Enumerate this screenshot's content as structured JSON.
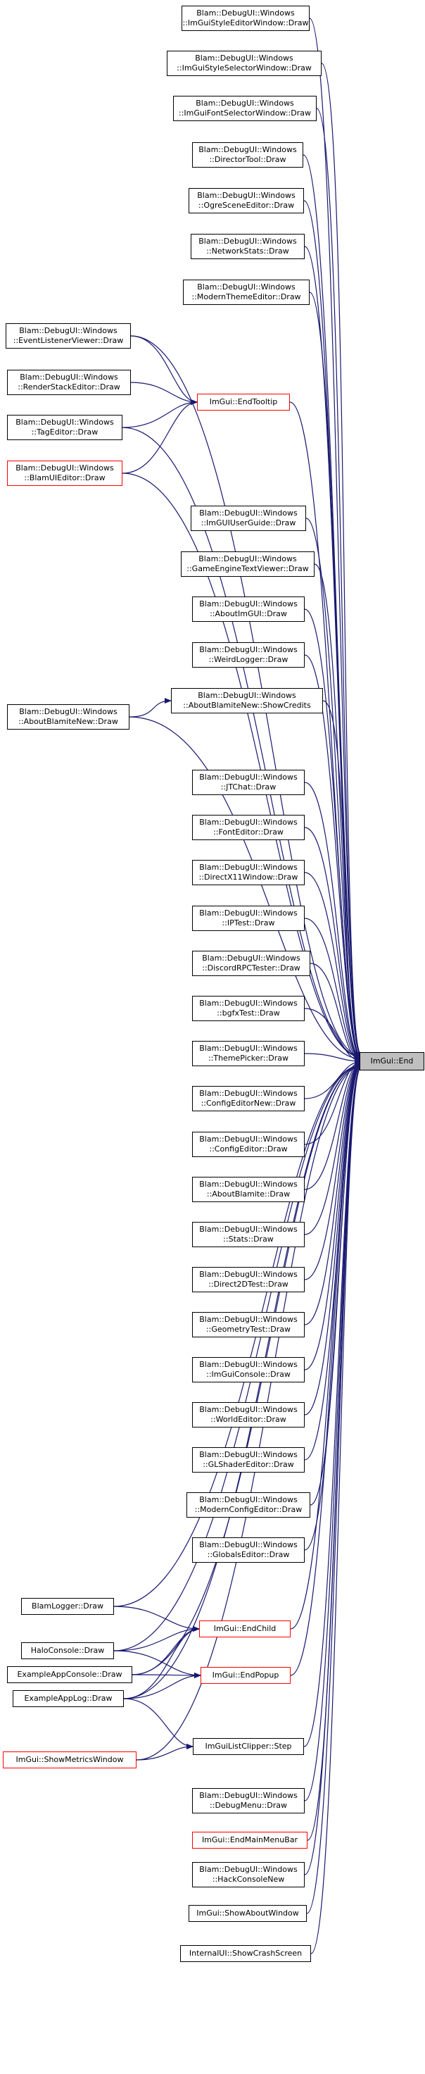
{
  "target": {
    "id": "end",
    "lines": [
      "ImGui::End"
    ],
    "style": "gray"
  },
  "nodes": [
    {
      "id": "imguistyleeditor",
      "lines": [
        "Blam::DebugUI::Windows",
        "::ImGuiStyleEditorWindow::Draw"
      ]
    },
    {
      "id": "imguistyleselector",
      "lines": [
        "Blam::DebugUI::Windows",
        "::ImGuiStyleSelectorWindow::Draw"
      ]
    },
    {
      "id": "imguifontselector",
      "lines": [
        "Blam::DebugUI::Windows",
        "::ImGuiFontSelectorWindow::Draw"
      ]
    },
    {
      "id": "directortool",
      "lines": [
        "Blam::DebugUI::Windows",
        "::DirectorTool::Draw"
      ]
    },
    {
      "id": "ogresceneeditor",
      "lines": [
        "Blam::DebugUI::Windows",
        "::OgreSceneEditor::Draw"
      ]
    },
    {
      "id": "networkstats",
      "lines": [
        "Blam::DebugUI::Windows",
        "::NetworkStats::Draw"
      ]
    },
    {
      "id": "modernthemeeditor",
      "lines": [
        "Blam::DebugUI::Windows",
        "::ModernThemeEditor::Draw"
      ]
    },
    {
      "id": "eventlistenerviewer",
      "lines": [
        "Blam::DebugUI::Windows",
        "::EventListenerViewer::Draw"
      ]
    },
    {
      "id": "renderstackeditor",
      "lines": [
        "Blam::DebugUI::Windows",
        "::RenderStackEditor::Draw"
      ]
    },
    {
      "id": "endtooltip",
      "lines": [
        "ImGui::EndTooltip"
      ],
      "style": "red"
    },
    {
      "id": "tageditor",
      "lines": [
        "Blam::DebugUI::Windows",
        "::TagEditor::Draw"
      ]
    },
    {
      "id": "blamuieditor",
      "lines": [
        "Blam::DebugUI::Windows",
        "::BlamUIEditor::Draw"
      ],
      "style": "red"
    },
    {
      "id": "imguiuserguide",
      "lines": [
        "Blam::DebugUI::Windows",
        "::ImGUIUserGuide::Draw"
      ]
    },
    {
      "id": "gameenginetextviewer",
      "lines": [
        "Blam::DebugUI::Windows",
        "::GameEngineTextViewer::Draw"
      ]
    },
    {
      "id": "aboutimgui",
      "lines": [
        "Blam::DebugUI::Windows",
        "::AboutImGUI::Draw"
      ]
    },
    {
      "id": "weirdlogger",
      "lines": [
        "Blam::DebugUI::Windows",
        "::WeirdLogger::Draw"
      ]
    },
    {
      "id": "aboutblamitenewcredits",
      "lines": [
        "Blam::DebugUI::Windows",
        "::AboutBlamiteNew::ShowCredits"
      ]
    },
    {
      "id": "aboutblamitenew",
      "lines": [
        "Blam::DebugUI::Windows",
        "::AboutBlamiteNew::Draw"
      ]
    },
    {
      "id": "jtchat",
      "lines": [
        "Blam::DebugUI::Windows",
        "::JTChat::Draw"
      ]
    },
    {
      "id": "fonteditor",
      "lines": [
        "Blam::DebugUI::Windows",
        "::FontEditor::Draw"
      ]
    },
    {
      "id": "directx11window",
      "lines": [
        "Blam::DebugUI::Windows",
        "::DirectX11Window::Draw"
      ]
    },
    {
      "id": "iptest",
      "lines": [
        "Blam::DebugUI::Windows",
        "::IPTest::Draw"
      ]
    },
    {
      "id": "discordrpctester",
      "lines": [
        "Blam::DebugUI::Windows",
        "::DiscordRPCTester::Draw"
      ]
    },
    {
      "id": "bgfxtest",
      "lines": [
        "Blam::DebugUI::Windows",
        "::bgfxTest::Draw"
      ]
    },
    {
      "id": "themepicker",
      "lines": [
        "Blam::DebugUI::Windows",
        "::ThemePicker::Draw"
      ]
    },
    {
      "id": "configeditornew",
      "lines": [
        "Blam::DebugUI::Windows",
        "::ConfigEditorNew::Draw"
      ]
    },
    {
      "id": "configeditor",
      "lines": [
        "Blam::DebugUI::Windows",
        "::ConfigEditor::Draw"
      ]
    },
    {
      "id": "aboutblamite",
      "lines": [
        "Blam::DebugUI::Windows",
        "::AboutBlamite::Draw"
      ]
    },
    {
      "id": "stats",
      "lines": [
        "Blam::DebugUI::Windows",
        "::Stats::Draw"
      ]
    },
    {
      "id": "direct2dtest",
      "lines": [
        "Blam::DebugUI::Windows",
        "::Direct2DTest::Draw"
      ]
    },
    {
      "id": "geometrytest",
      "lines": [
        "Blam::DebugUI::Windows",
        "::GeometryTest::Draw"
      ]
    },
    {
      "id": "imguiconsole",
      "lines": [
        "Blam::DebugUI::Windows",
        "::ImGuiConsole::Draw"
      ]
    },
    {
      "id": "worldeditor",
      "lines": [
        "Blam::DebugUI::Windows",
        "::WorldEditor::Draw"
      ]
    },
    {
      "id": "glshadereditor",
      "lines": [
        "Blam::DebugUI::Windows",
        "::GLShaderEditor::Draw"
      ]
    },
    {
      "id": "modernconfigeditor",
      "lines": [
        "Blam::DebugUI::Windows",
        "::ModernConfigEditor::Draw"
      ]
    },
    {
      "id": "globalseditor",
      "lines": [
        "Blam::DebugUI::Windows",
        "::GlobalsEditor::Draw"
      ]
    },
    {
      "id": "blamlogger",
      "lines": [
        "BlamLogger::Draw"
      ]
    },
    {
      "id": "endchild",
      "lines": [
        "ImGui::EndChild"
      ],
      "style": "red"
    },
    {
      "id": "haloconsole",
      "lines": [
        "HaloConsole::Draw"
      ]
    },
    {
      "id": "exampleappconsole",
      "lines": [
        "ExampleAppConsole::Draw"
      ]
    },
    {
      "id": "endpopup",
      "lines": [
        "ImGui::EndPopup"
      ],
      "style": "red"
    },
    {
      "id": "exampleapplog",
      "lines": [
        "ExampleAppLog::Draw"
      ]
    },
    {
      "id": "listclipperstep",
      "lines": [
        "ImGuiListClipper::Step"
      ]
    },
    {
      "id": "showmetricswindow",
      "lines": [
        "ImGui::ShowMetricsWindow"
      ],
      "style": "red"
    },
    {
      "id": "debugmenu",
      "lines": [
        "Blam::DebugUI::Windows",
        "::DebugMenu::Draw"
      ]
    },
    {
      "id": "endmainmenubar",
      "lines": [
        "ImGui::EndMainMenuBar"
      ],
      "style": "red"
    },
    {
      "id": "hackconsolenew",
      "lines": [
        "Blam::DebugUI::Windows",
        "::HackConsoleNew"
      ]
    },
    {
      "id": "showaboutwindow",
      "lines": [
        "ImGui::ShowAboutWindow"
      ]
    },
    {
      "id": "showcrashscreen",
      "lines": [
        "InternalUI::ShowCrashScreen"
      ]
    }
  ],
  "edges": [
    [
      "imguistyleeditor",
      "end"
    ],
    [
      "imguistyleselector",
      "end"
    ],
    [
      "imguifontselector",
      "end"
    ],
    [
      "directortool",
      "end"
    ],
    [
      "ogresceneeditor",
      "end"
    ],
    [
      "networkstats",
      "end"
    ],
    [
      "modernthemeeditor",
      "end"
    ],
    [
      "eventlistenerviewer",
      "end"
    ],
    [
      "eventlistenerviewer",
      "endtooltip"
    ],
    [
      "renderstackeditor",
      "endtooltip"
    ],
    [
      "tageditor",
      "endtooltip"
    ],
    [
      "tageditor",
      "end"
    ],
    [
      "blamuieditor",
      "endtooltip"
    ],
    [
      "blamuieditor",
      "end"
    ],
    [
      "endtooltip",
      "end"
    ],
    [
      "imguiuserguide",
      "end"
    ],
    [
      "gameenginetextviewer",
      "end"
    ],
    [
      "aboutimgui",
      "end"
    ],
    [
      "weirdlogger",
      "end"
    ],
    [
      "aboutblamitenewcredits",
      "end"
    ],
    [
      "aboutblamitenew",
      "aboutblamitenewcredits"
    ],
    [
      "aboutblamitenew",
      "end"
    ],
    [
      "jtchat",
      "end"
    ],
    [
      "fonteditor",
      "end"
    ],
    [
      "directx11window",
      "end"
    ],
    [
      "iptest",
      "end"
    ],
    [
      "discordrpctester",
      "end"
    ],
    [
      "bgfxtest",
      "end"
    ],
    [
      "themepicker",
      "end"
    ],
    [
      "configeditornew",
      "end"
    ],
    [
      "configeditor",
      "end"
    ],
    [
      "aboutblamite",
      "end"
    ],
    [
      "stats",
      "end"
    ],
    [
      "direct2dtest",
      "end"
    ],
    [
      "geometrytest",
      "end"
    ],
    [
      "imguiconsole",
      "end"
    ],
    [
      "worldeditor",
      "end"
    ],
    [
      "glshadereditor",
      "end"
    ],
    [
      "modernconfigeditor",
      "end"
    ],
    [
      "globalseditor",
      "end"
    ],
    [
      "blamlogger",
      "endchild"
    ],
    [
      "blamlogger",
      "end"
    ],
    [
      "haloconsole",
      "endchild"
    ],
    [
      "haloconsole",
      "endpopup"
    ],
    [
      "haloconsole",
      "end"
    ],
    [
      "exampleappconsole",
      "endchild"
    ],
    [
      "exampleappconsole",
      "endpopup"
    ],
    [
      "exampleappconsole",
      "end"
    ],
    [
      "exampleapplog",
      "endchild"
    ],
    [
      "exampleapplog",
      "endpopup"
    ],
    [
      "exampleapplog",
      "listclipperstep"
    ],
    [
      "exampleapplog",
      "end"
    ],
    [
      "endchild",
      "end"
    ],
    [
      "endpopup",
      "end"
    ],
    [
      "listclipperstep",
      "end"
    ],
    [
      "showmetricswindow",
      "listclipperstep"
    ],
    [
      "showmetricswindow",
      "end"
    ],
    [
      "debugmenu",
      "end"
    ],
    [
      "endmainmenubar",
      "end"
    ],
    [
      "hackconsolenew",
      "end"
    ],
    [
      "showaboutwindow",
      "end"
    ],
    [
      "showcrashscreen",
      "end"
    ]
  ],
  "colors": {
    "edge": "#191970",
    "node_border": "#000000",
    "highlight_border": "#ff0000",
    "target_fill": "#bfbfbf"
  }
}
